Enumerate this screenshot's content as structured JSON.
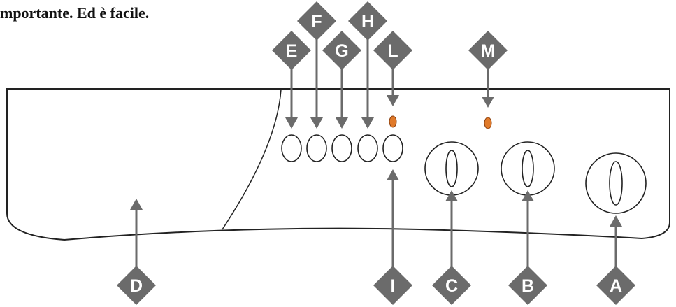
{
  "header": {
    "text": "mportante. Ed è facile."
  },
  "colors": {
    "marker_fill": "#6b6b6b",
    "marker_text": "#ffffff",
    "arrow": "#6b6b6b",
    "outline": "#222222",
    "led": "#e07a2a"
  },
  "callouts": {
    "A": "A",
    "B": "B",
    "C": "C",
    "D": "D",
    "E": "E",
    "F": "F",
    "G": "G",
    "H": "H",
    "I": "I",
    "L": "L",
    "M": "M"
  }
}
